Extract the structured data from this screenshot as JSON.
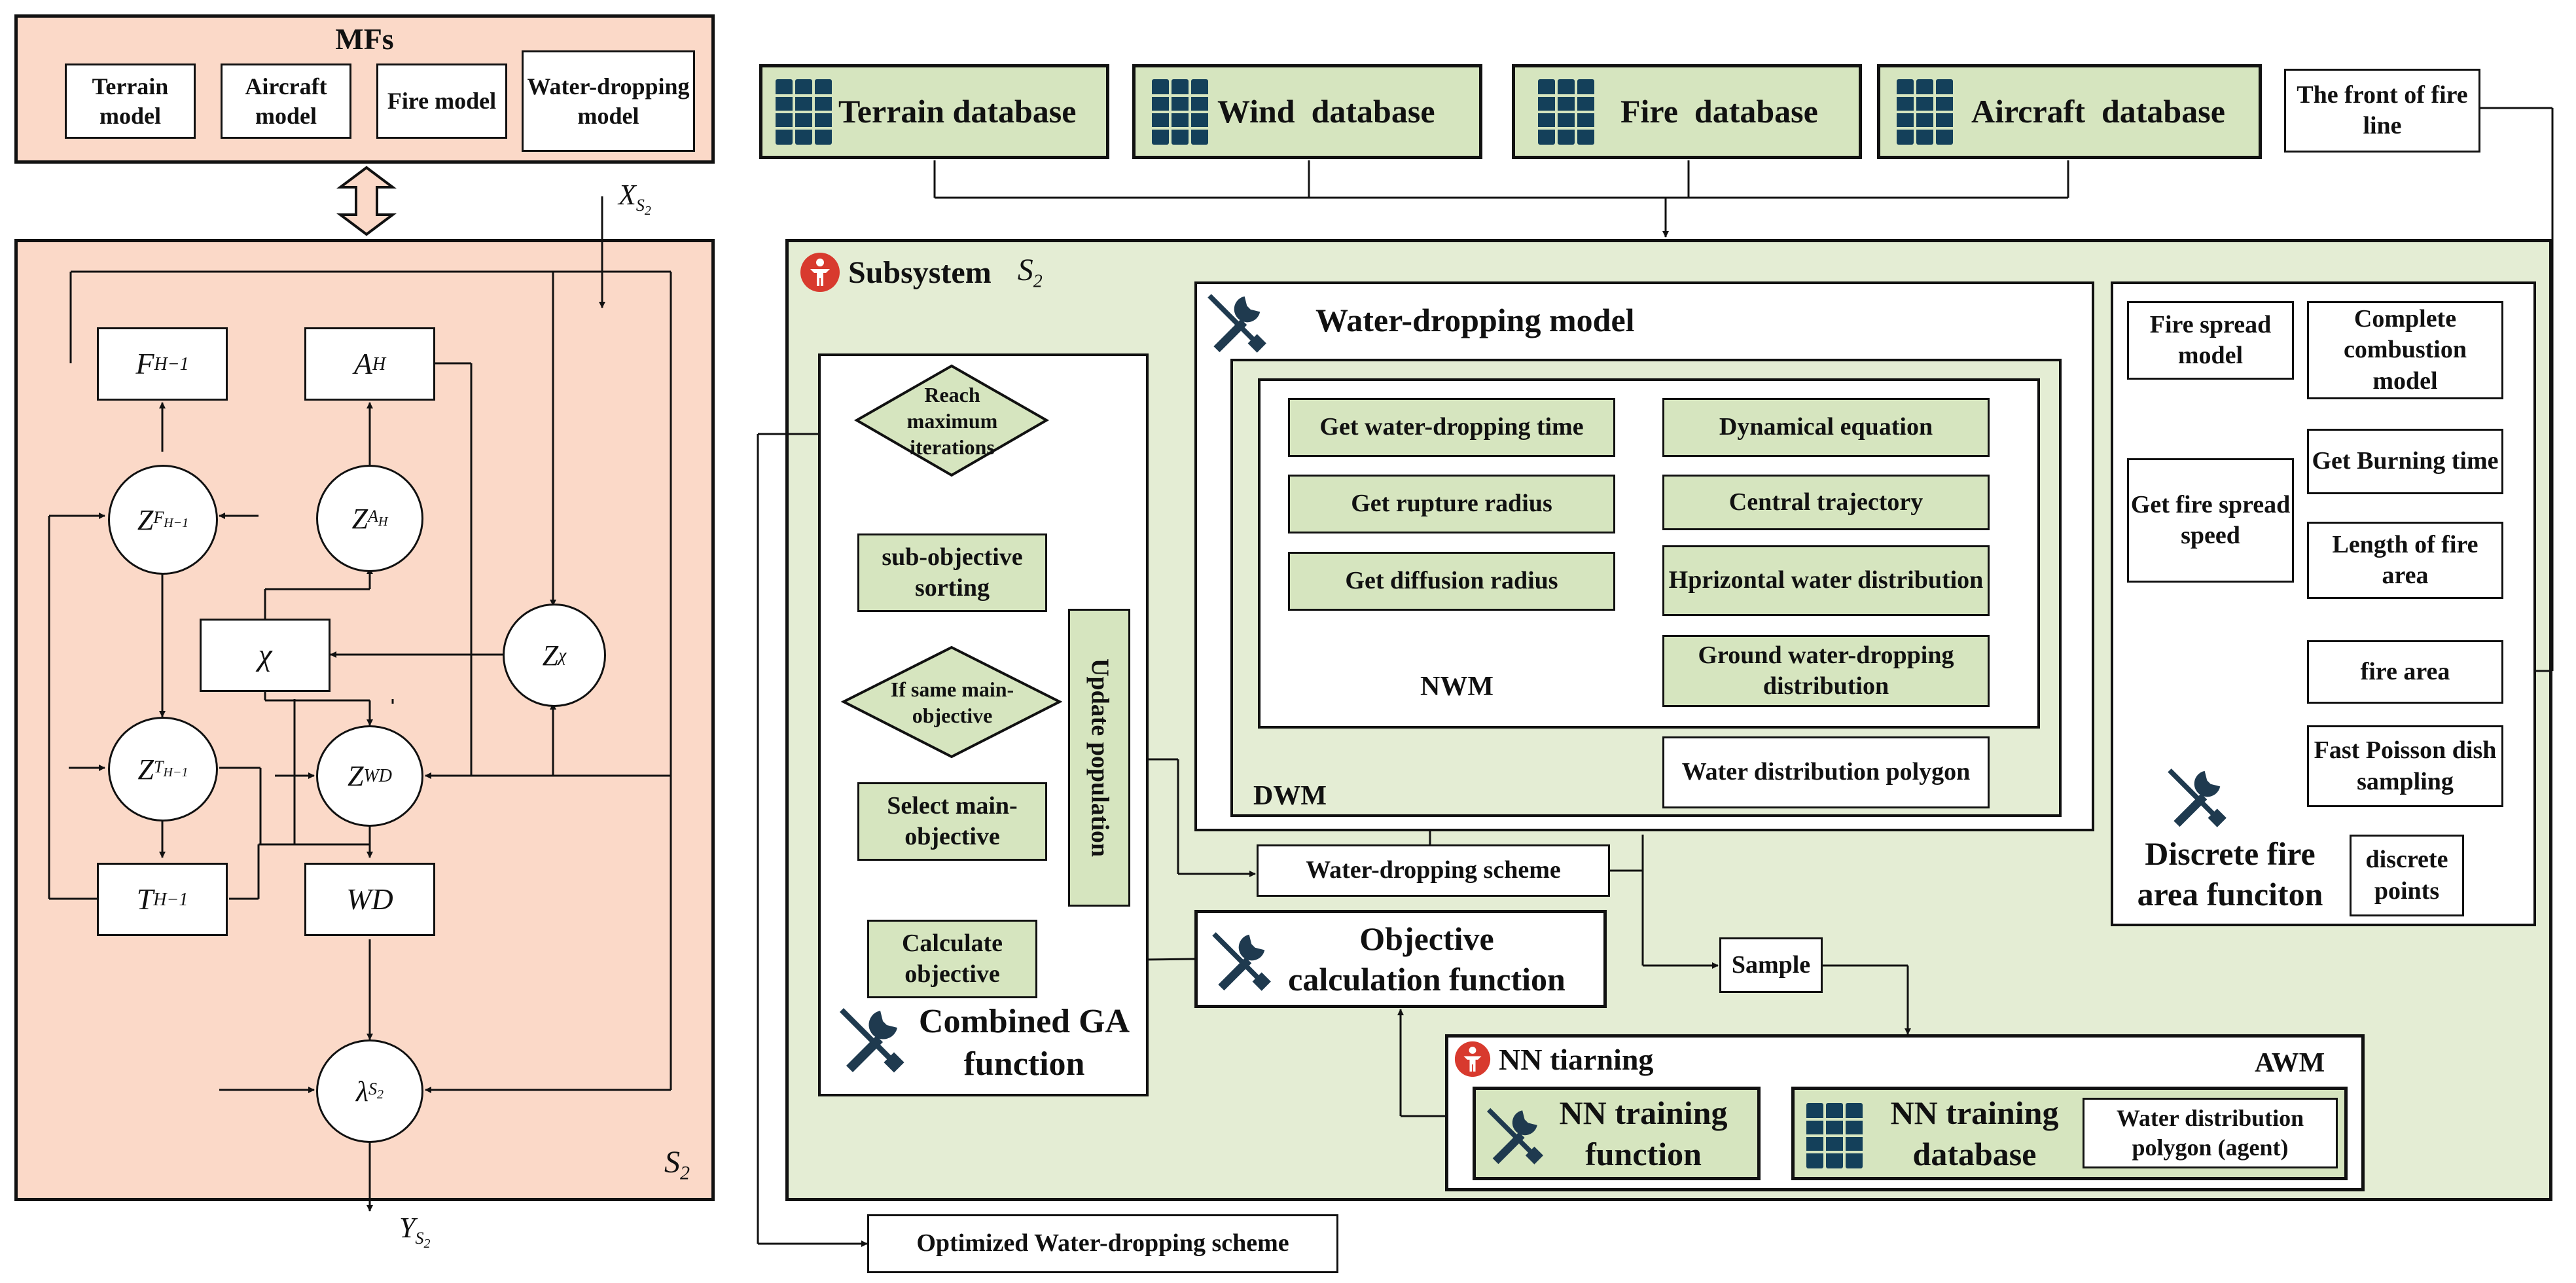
{
  "colors": {
    "salmon_bg": "#fbd9c8",
    "green_bg": "#e4edd4",
    "green_box": "#d6e5bf",
    "db_icon": "#14405a",
    "tool_icon": "#1f3a4f",
    "person_icon": "#d83a2e"
  },
  "mfs": {
    "title": "MFs",
    "terrain": "Terrain model",
    "aircraft": "Aircraft model",
    "fire": "Fire model",
    "water": "Water-dropping model"
  },
  "left": {
    "x_label": "X",
    "x_sub": "S",
    "x_subsub": "2",
    "y_label": "Y",
    "y_sub": "S",
    "y_subsub": "2",
    "corner_label": "S",
    "corner_sub": "2",
    "f": "F",
    "f_sub": "H−1",
    "a": "A",
    "a_sub": "H",
    "zf": "Z",
    "zf_sub": "F",
    "zf_subsub": "H−1",
    "za": "Z",
    "za_sub": "A",
    "za_subsub": "H",
    "chi": "χ",
    "zchi": "Z",
    "zchi_sub": "χ",
    "zt": "Z",
    "zt_sub": "T",
    "zt_subsub": "H−1",
    "zwd": "Z",
    "zwd_sub": "WD",
    "t": "T",
    "t_sub": "H−1",
    "wd": "WD",
    "lambda": "λ",
    "lambda_sub": "S",
    "lambda_subsub": "2"
  },
  "databases": {
    "terrain": "Terrain database",
    "wind": "Wind  database",
    "fire": "Fire  database",
    "aircraft": "Aircraft  database",
    "front": "The front of fire line"
  },
  "subsystem": {
    "title": "Subsystem",
    "label": "S",
    "sub": "2"
  },
  "ga": {
    "reach": "Reach maximum iterations",
    "sorting": "sub-objective sorting",
    "same": "If same main-objective",
    "select": "Select main-objective",
    "calc": "Calculate objective",
    "update": "Update population",
    "title": "Combined GA function"
  },
  "wdm": {
    "title": "Water-dropping model",
    "get_time": "Get water-dropping time",
    "get_rupture": "Get rupture radius",
    "get_diffusion": "Get diffusion radius",
    "dynamical": "Dynamical equation",
    "central": "Central trajectory",
    "horizontal": "Hprizontal water distribution",
    "ground": "Ground water-dropping distribution",
    "polygon": "Water distribution polygon",
    "nwm": "NWM",
    "dwm": "DWM"
  },
  "fire_area": {
    "spread_model": "Fire spread model",
    "complete": "Complete combustion model",
    "spread_speed": "Get fire spread speed",
    "burning": "Get Burning time",
    "length": "Length of fire area",
    "area": "fire area",
    "poisson": "Fast Poisson dish sampling",
    "discrete": "discrete points",
    "title": "Discrete fire area funciton"
  },
  "scheme": "Water-dropping scheme",
  "sample": "Sample",
  "objective_fn": "Objective calculation function",
  "nn": {
    "title": "NN tiarning",
    "awm": "AWM",
    "training_fn": "NN training function",
    "training_db": "NN training database",
    "agent": "Water distribution polygon (agent)"
  },
  "optimized": "Optimized Water-dropping scheme"
}
